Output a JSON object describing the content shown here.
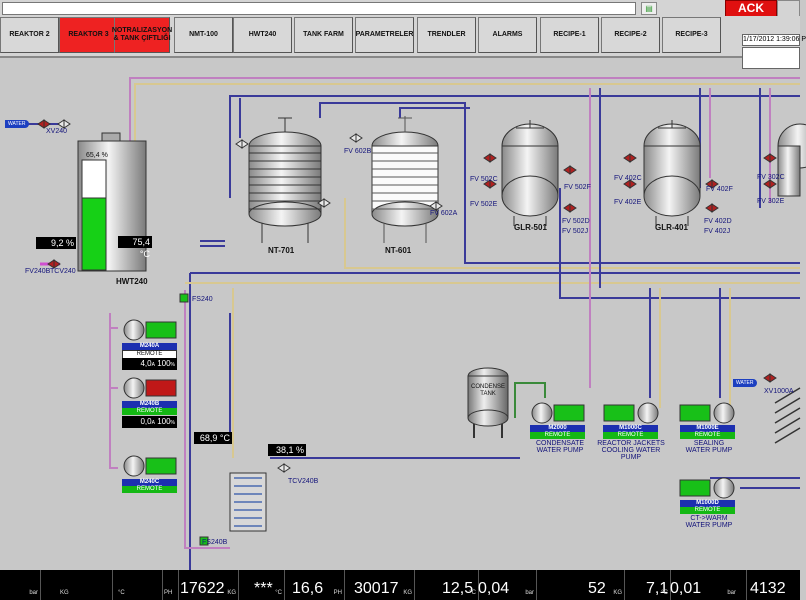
{
  "header": {
    "ack_label": "ACK",
    "datetime": "1/17/2012 1:39:06 P"
  },
  "tabs": [
    {
      "label": "REAKTOR 2",
      "active": false
    },
    {
      "label": "REAKTOR 3",
      "active": true
    },
    {
      "label": "NOTRALIZASYON & TANK ÇIFTLIĞI",
      "active": true
    },
    {
      "label": "NMT-100",
      "active": false
    },
    {
      "label": "HWT240",
      "active": false
    },
    {
      "label": "TANK FARM",
      "active": false
    },
    {
      "label": "PARAMETRELER",
      "active": false
    },
    {
      "label": "TRENDLER",
      "active": false
    },
    {
      "label": "ALARMS",
      "active": false
    },
    {
      "label": "RECIPE-1",
      "active": false
    },
    {
      "label": "RECIPE-2",
      "active": false
    },
    {
      "label": "RECIPE-3",
      "active": false
    }
  ],
  "hwt240": {
    "name": "HWT240",
    "level": "65,4 %",
    "level_fraction": 0.654,
    "temperature": "75,4 °C",
    "inlet_temp": "9,2 %",
    "water_label": "WATER",
    "xv240": "XV240",
    "fv240b": "FV240B",
    "tcv240": "TCV240"
  },
  "reactors": [
    {
      "name": "NT-701"
    },
    {
      "name": "NT-601"
    },
    {
      "name": "GLR-501"
    },
    {
      "name": "GLR-401"
    }
  ],
  "valves": {
    "fv602b": "FV 602B",
    "fv602a": "FV 602A",
    "fv502c": "FV 502C",
    "fv502e": "FV 502E",
    "fv502f": "FV 502F",
    "fv502d": "FV 502D",
    "fv502j": "FV 502J",
    "fv402c": "FV 402C",
    "fv402e": "FV 402E",
    "fv402f": "FV 402F",
    "fv402d": "FV 402D",
    "fv402j": "FV 402J",
    "fv302c": "FV 302C",
    "fv302e": "FV 302E",
    "fs240": "FS240",
    "fs240b": "FS240B",
    "tcv240b": "TCV240B",
    "xv1000a": "XV1000A"
  },
  "pumps": {
    "m240a": {
      "name": "M240A",
      "status": "REMOTE",
      "current": "4,0",
      "current_unit": "A",
      "speed": "100",
      "speed_unit": "%"
    },
    "m240b": {
      "name": "M240B",
      "status": "REMOTE",
      "current": "0,0",
      "current_unit": "A",
      "speed": "100",
      "speed_unit": "%"
    },
    "m240c": {
      "name": "M240C",
      "status": "REMOTE"
    },
    "m2000": {
      "name": "M2000",
      "status": "REMOTE",
      "desc": "CONDENSATE WATER PUMP"
    },
    "m1000c": {
      "name": "M1000C",
      "status": "REMOTE",
      "desc": "REACTOR JACKETS COOLING WATER PUMP"
    },
    "m1000e": {
      "name": "M1000E",
      "status": "REMOTE",
      "desc": "SEALING WATER PUMP"
    },
    "m1000d": {
      "name": "M1000D",
      "status": "REMOTE",
      "desc": "CT->WARM WATER PUMP"
    }
  },
  "condense_tank": "CONDENSE TANK",
  "hx_temp": "68,9 °C",
  "tcv_value": "38,1 %",
  "water_label2": "WATER",
  "footer": [
    {
      "value": "",
      "unit": "bar"
    },
    {
      "value": "",
      "unit": "KG"
    },
    {
      "value": "",
      "unit": "°C"
    },
    {
      "value": "",
      "unit": "PH"
    },
    {
      "value": "17622",
      "unit": "KG"
    },
    {
      "value": "***",
      "unit": "°C"
    },
    {
      "value": "16,6",
      "unit": "PH"
    },
    {
      "value": "30017",
      "unit": "KG"
    },
    {
      "value": "12,5",
      "unit": "°C"
    },
    {
      "value": "0,04",
      "unit": "bar"
    },
    {
      "value": "52",
      "unit": "KG"
    },
    {
      "value": "7,1",
      "unit": "°C"
    },
    {
      "value": "0,01",
      "unit": "bar"
    },
    {
      "value": "4132",
      "unit": ""
    }
  ],
  "colors": {
    "alarm_red": "#ee2222",
    "remote_green": "#14b814",
    "pump_blue": "#1c2fb0"
  }
}
